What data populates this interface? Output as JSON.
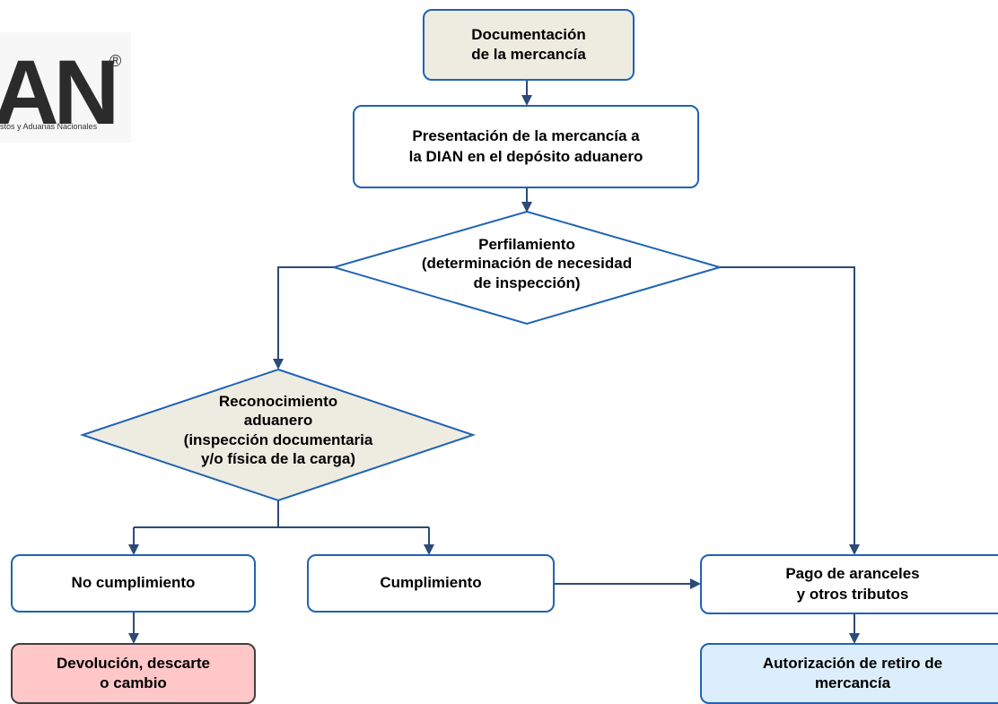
{
  "logo": {
    "text": "AN",
    "registered_mark": "®",
    "tagline": "stos y Aduanas Nacionales"
  },
  "nodes": {
    "documentacion": "Documentación\nde la mercancía",
    "presentacion": "Presentación de la mercancía a\nla DIAN en el depósito aduanero",
    "perfilamiento": "Perfilamiento\n(determinación de necesidad\nde inspección)",
    "reconocimiento": "Reconocimiento\naduanero\n(inspección documentaria\ny/o física de la carga)",
    "no_cumplimiento": "No cumplimiento",
    "cumplimiento": "Cumplimiento",
    "pago": "Pago de aranceles\ny otros tributos",
    "devolucion": "Devolución, descarte\no cambio",
    "autorizacion": "Autorización de retiro de\nmercancía"
  },
  "colors": {
    "border_blue": "#1f63b5",
    "arrow": "#2b4a78",
    "beige_fill": "#eeece1",
    "pink_fill": "#ffc7c7",
    "light_blue_fill": "#dceefb",
    "dark_border": "#404040"
  }
}
